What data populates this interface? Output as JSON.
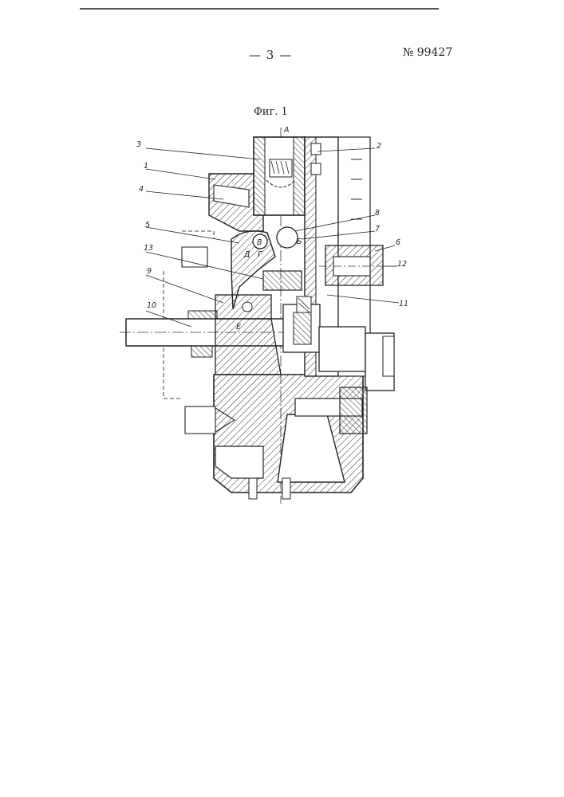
{
  "header": {
    "page_number": "— 3 —",
    "patent_number": "№ 99427"
  },
  "figure": {
    "caption": "Фиг. 1",
    "section_letter": "А",
    "part_labels": [
      "1",
      "2",
      "3",
      "4",
      "5",
      "6",
      "7",
      "8",
      "9",
      "10",
      "11",
      "12",
      "13"
    ],
    "point_labels": [
      "Б",
      "В",
      "Г",
      "Д",
      "Е"
    ]
  }
}
